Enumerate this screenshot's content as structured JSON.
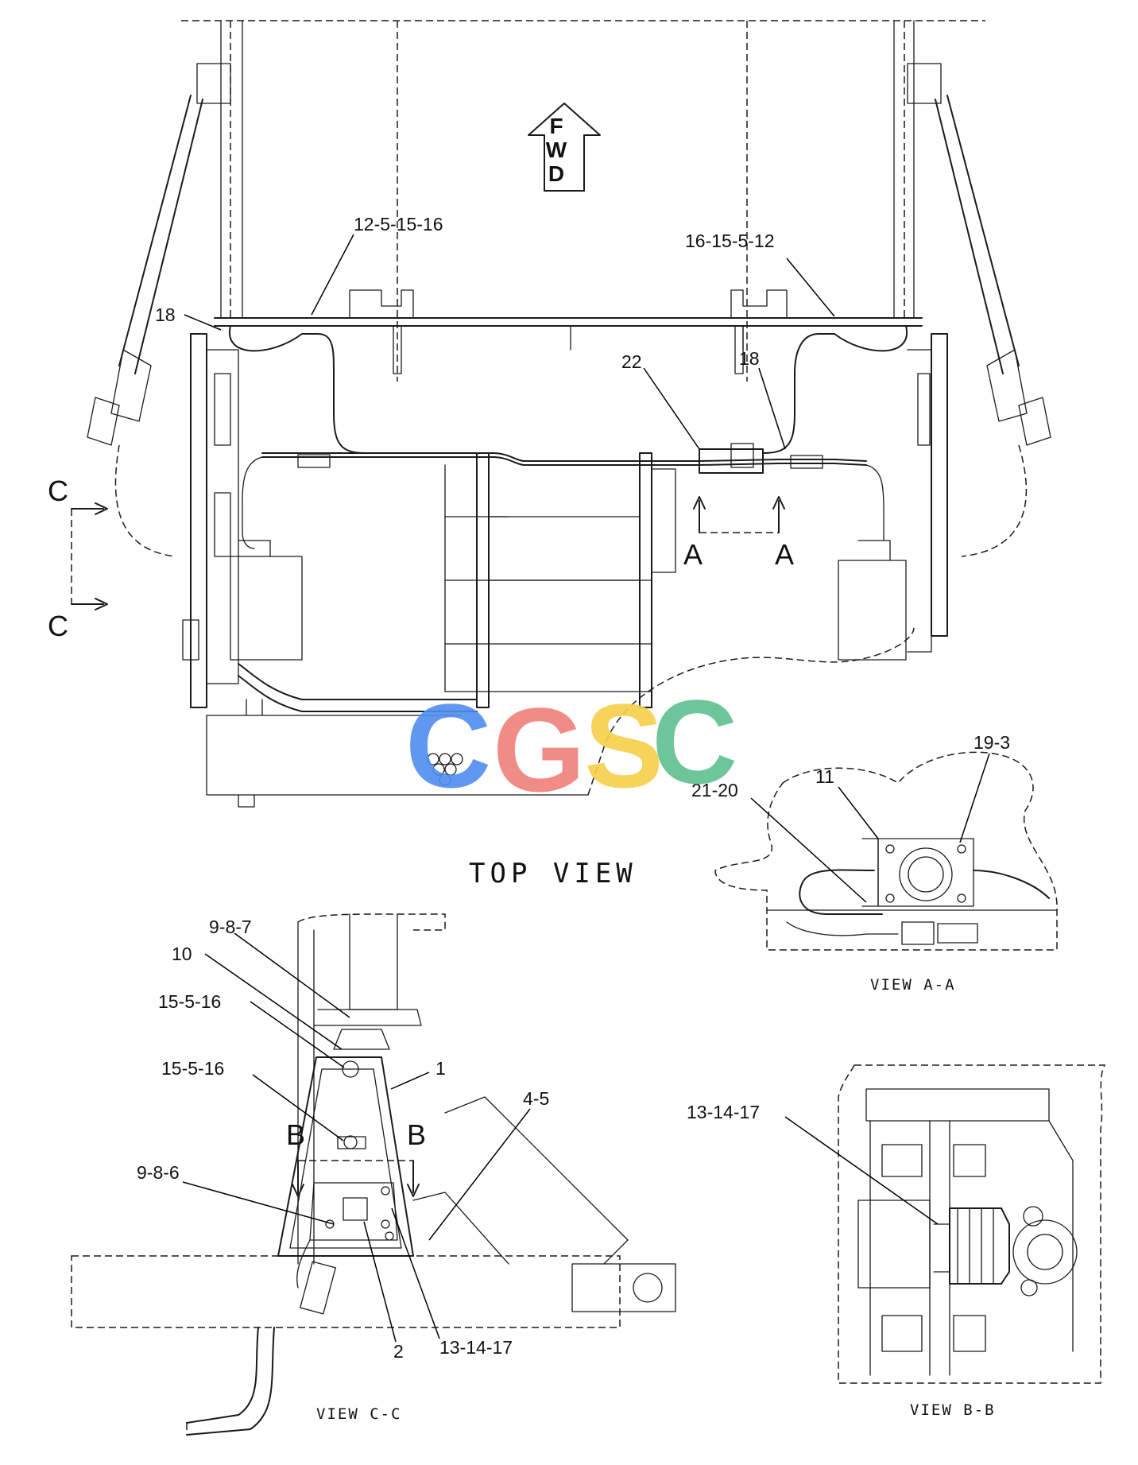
{
  "diagram": {
    "main_view_title": "TOP VIEW",
    "view_aa_title": "VIEW A-A",
    "view_cc_title": "VIEW C-C",
    "view_bb_title": "VIEW B-B",
    "fwd_arrow": [
      "F",
      "W",
      "D"
    ],
    "section_marks": {
      "a_left": "A",
      "a_right": "A",
      "b_left": "B",
      "b_right": "B",
      "c_top": "C",
      "c_bottom": "C"
    },
    "callouts": {
      "c_12_5_15_16": "12-5-15-16",
      "c_16_15_5_12": "16-15-5-12",
      "c_18_left": "18",
      "c_18_right": "18",
      "c_22": "22",
      "c_11": "11",
      "c_19_3": "19-3",
      "c_21_20": "21-20",
      "c_9_8_7": "9-8-7",
      "c_10": "10",
      "c_15_5_16_a": "15-5-16",
      "c_15_5_16_b": "15-5-16",
      "c_1": "1",
      "c_4_5": "4-5",
      "c_9_8_6": "9-8-6",
      "c_2": "2",
      "c_13_14_17_cc": "13-14-17",
      "c_13_14_17_bb": "13-14-17"
    },
    "watermark": {
      "letters": [
        "C",
        "G",
        "S",
        "C"
      ],
      "colors": [
        "#4f8df0",
        "#f07f7a",
        "#f6d04a",
        "#5fbf8f"
      ]
    }
  }
}
